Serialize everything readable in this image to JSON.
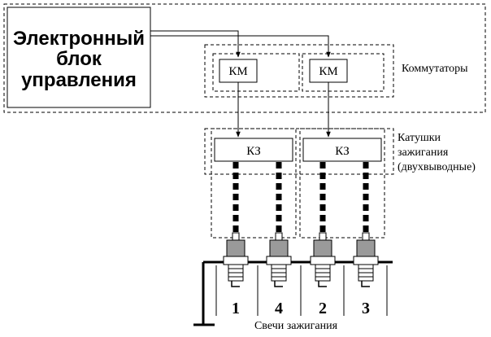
{
  "ecu": {
    "line1": "Электронный",
    "line2": "блок",
    "line3": "управления"
  },
  "commutator_label": "КМ",
  "coil_label": "КЗ",
  "side_labels": {
    "commutators": "Коммутаторы",
    "coils_line1": "Катушки",
    "coils_line2": "зажигания",
    "coils_line3": "(двухвыводные)"
  },
  "cylinder_numbers": [
    "1",
    "4",
    "2",
    "3"
  ],
  "bottom_label": "Свечи зажигания"
}
